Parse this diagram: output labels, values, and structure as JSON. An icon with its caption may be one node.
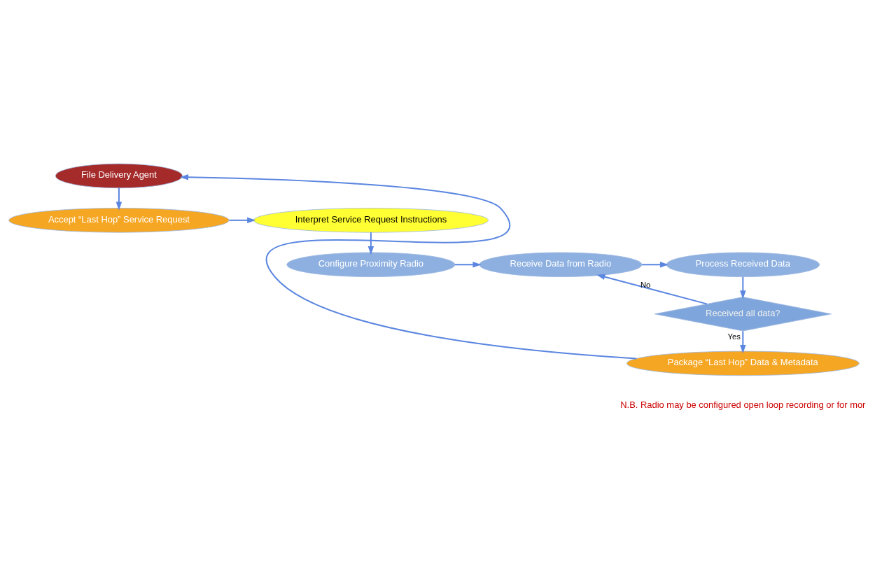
{
  "diagram": {
    "nodes": [
      {
        "text": [
          "File Delivery Agent"
        ]
      },
      {
        "text": [
          "Accept “Last Hop” Service Request"
        ]
      },
      {
        "text": [
          "Interpret Service Request Instructions"
        ]
      },
      {
        "text": [
          "Configure Proximity Radio"
        ]
      },
      {
        "text": [
          "Receive Data from Radio"
        ]
      },
      {
        "text": [
          "Process Received Data"
        ]
      },
      {
        "text": [
          "Received all data?"
        ]
      },
      {
        "text": [
          "Package “Last Hop” Data & Metadata"
        ]
      }
    ],
    "edges": [
      {
        "from": 0,
        "to": 1,
        "arrow": "to"
      },
      {
        "from": 1,
        "to": 2,
        "arrow": "to"
      },
      {
        "from": 2,
        "to": 3,
        "arrow": "to"
      },
      {
        "from": 3,
        "to": 4,
        "arrow": "to"
      },
      {
        "from": 4,
        "to": 5,
        "arrow": "to"
      },
      {
        "from": 5,
        "to": 6,
        "arrow": "to"
      },
      {
        "from": 6,
        "to": 4,
        "arrow": "to",
        "label": "No"
      },
      {
        "from": 6,
        "to": 7,
        "arrow": "to",
        "label": "Yes"
      },
      {
        "from": 7,
        "to": 0,
        "arrow": "to"
      }
    ],
    "labels": [
      "N.B. Radio may be configured open loop recording or for mor"
    ]
  }
}
